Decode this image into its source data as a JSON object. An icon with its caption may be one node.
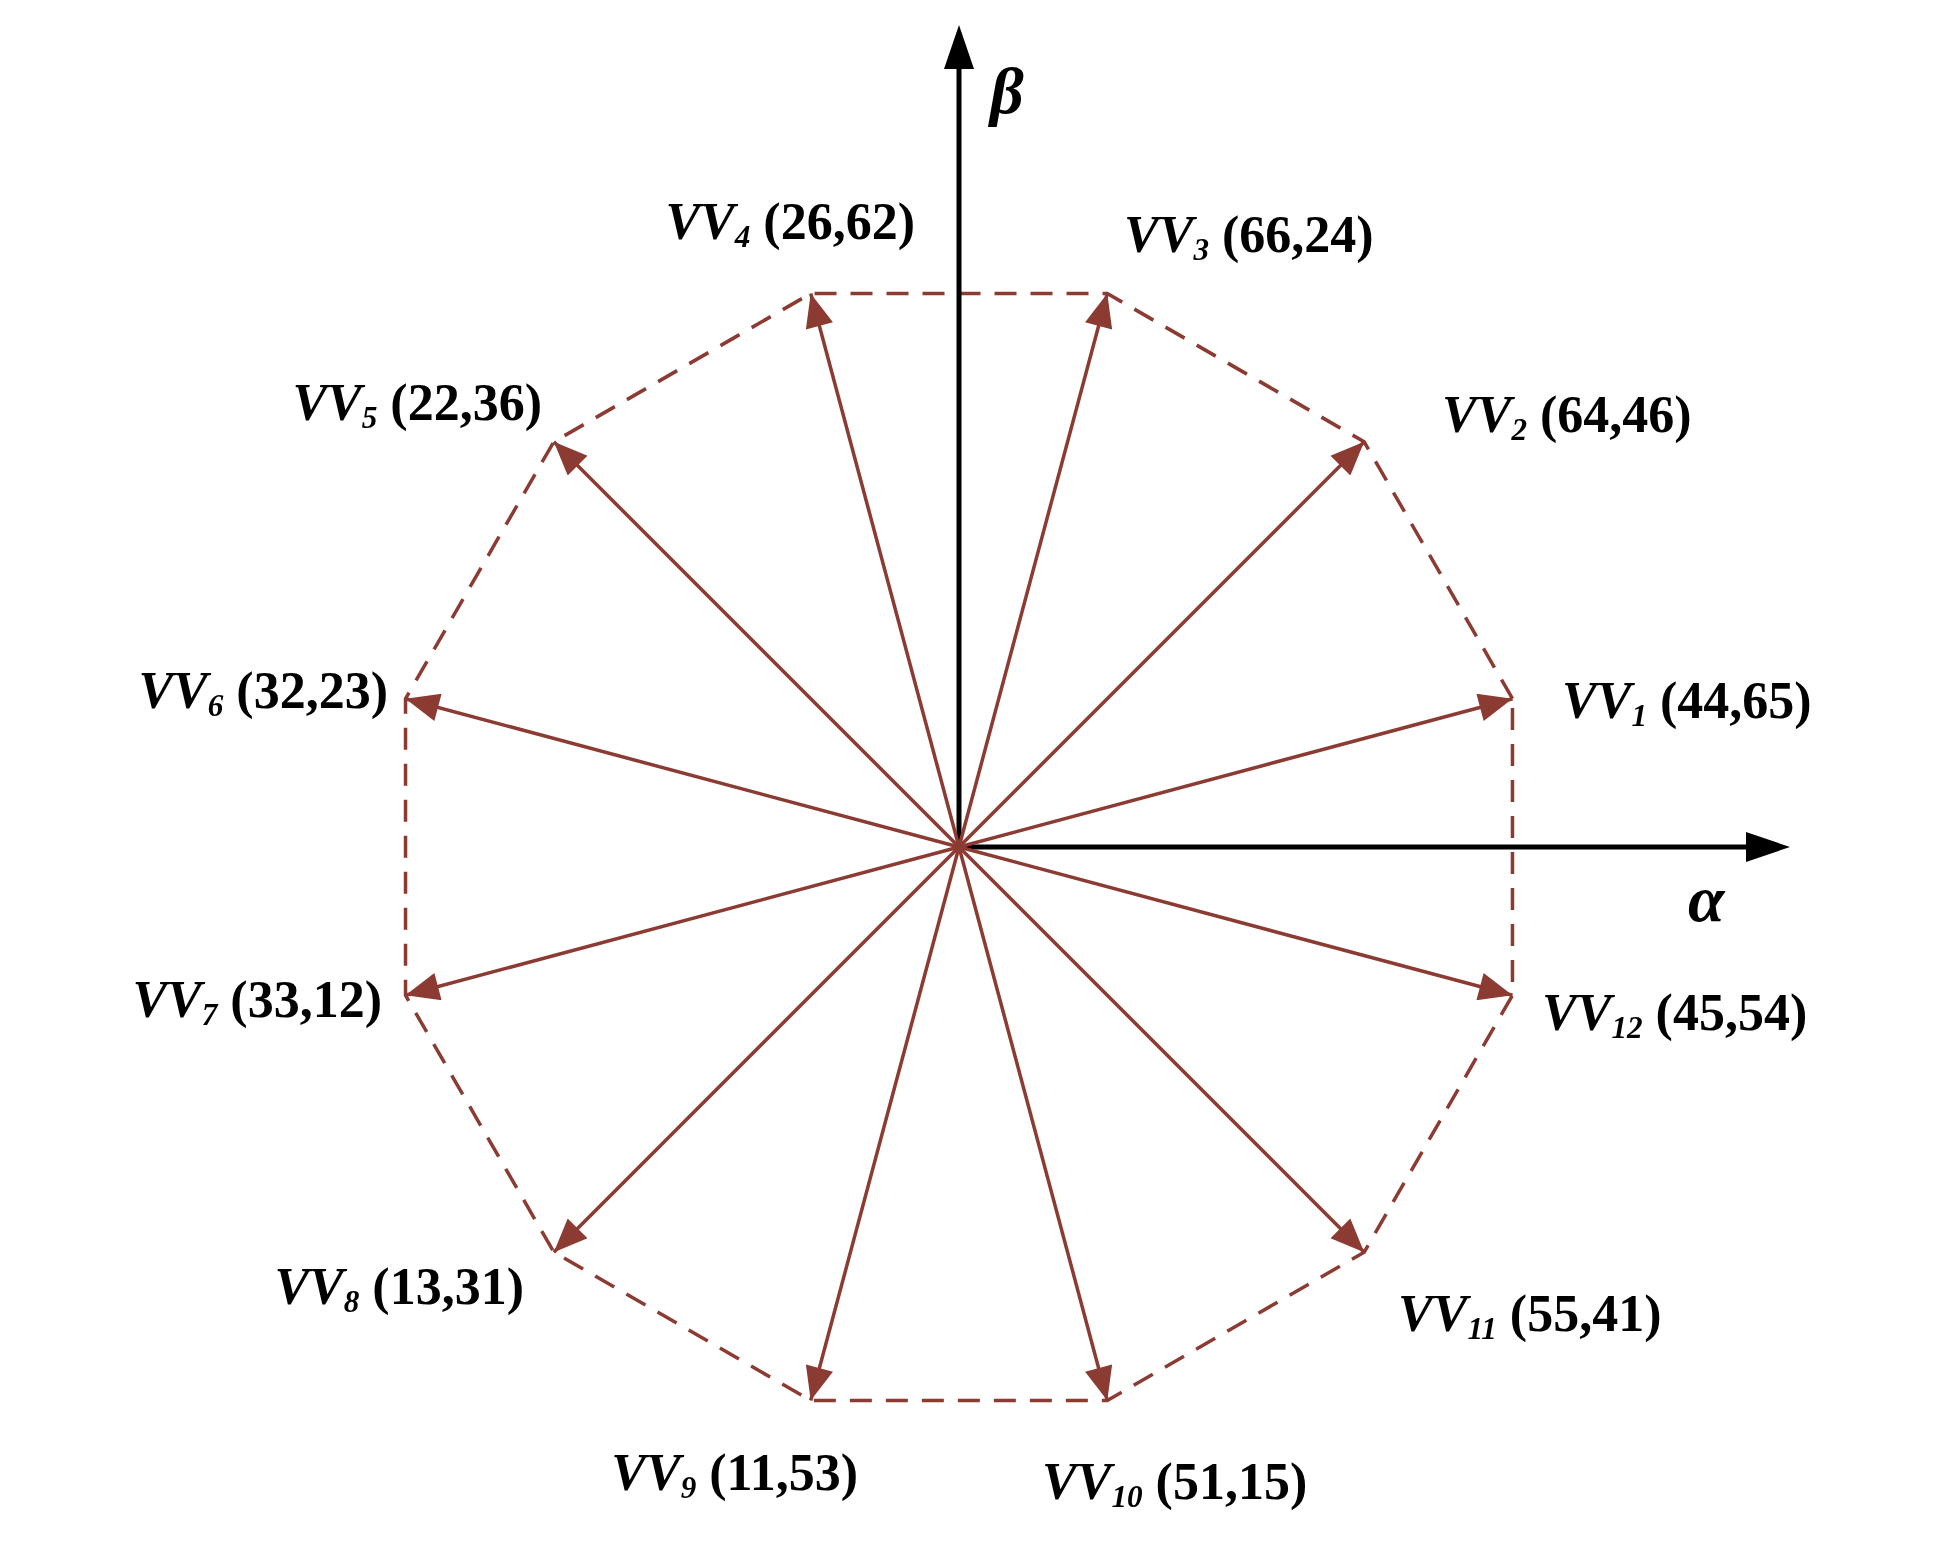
{
  "diagram": {
    "nodes": [
      {
        "text": [
          "*VV*$_{4}$ (26,62)"
        ]
      },
      {
        "text": [
          "*VV*$_{3}$ (66,24)"
        ]
      },
      {
        "text": [
          "*VV*$_{5}$ (22,36)"
        ]
      },
      {
        "text": [
          "*VV*$_{2}$ (64,46)"
        ]
      },
      {
        "text": [
          "*VV*$_{6}$ (32,23)"
        ]
      },
      {
        "text": [
          "*VV*$_{1}$ (44,65)"
        ]
      },
      {
        "text": [
          "*VV*$_{7}$ (33,12)"
        ]
      },
      {
        "text": [
          "*VV*$_{12}$ (45,54)"
        ]
      },
      {
        "text": [
          "*VV*$_{8}$ (13,31)"
        ]
      },
      {
        "text": [
          "*VV*$_{11}$ (55,41)"
        ]
      },
      {
        "text": [
          "*VV*$_{9}$ (11,53)"
        ]
      },
      {
        "text": [
          "*VV*$_{10}$ (51,15)"
        ]
      }
    ],
    "edges": [
      {
        "from": null,
        "to": 5,
        "arrow": "to"
      },
      {
        "from": null,
        "to": 3,
        "arrow": "to"
      },
      {
        "from": null,
        "to": 1,
        "arrow": "to"
      },
      {
        "from": null,
        "to": 0,
        "arrow": "to"
      },
      {
        "from": null,
        "to": 2,
        "arrow": "to"
      },
      {
        "from": null,
        "to": 4,
        "arrow": "to"
      },
      {
        "from": null,
        "to": 6,
        "arrow": "to"
      },
      {
        "from": null,
        "to": 8,
        "arrow": "to"
      },
      {
        "from": null,
        "to": 10,
        "arrow": "to"
      },
      {
        "from": null,
        "to": 11,
        "arrow": "to"
      },
      {
        "from": null,
        "to": 9,
        "arrow": "to"
      },
      {
        "from": null,
        "to": 7,
        "arrow": "to"
      }
    ],
    "labels": [
      "β",
      "α"
    ]
  }
}
